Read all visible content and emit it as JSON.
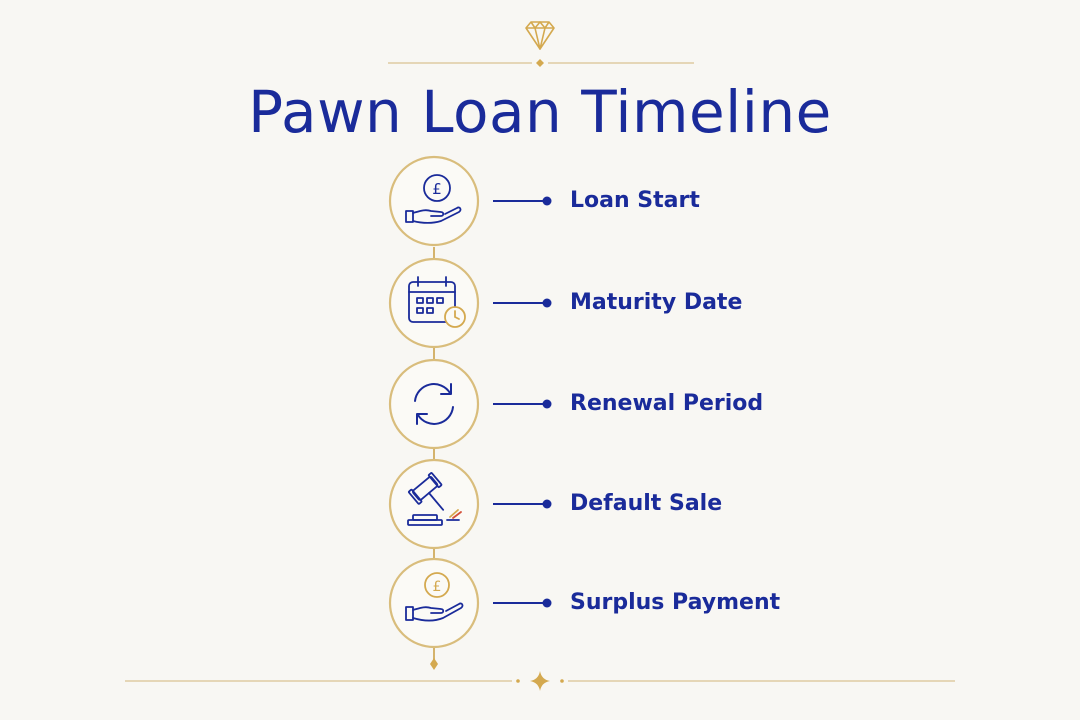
{
  "title": "Pawn Loan Timeline",
  "steps": [
    {
      "label": "Loan Start",
      "icon": "hand-pound-coin-icon"
    },
    {
      "label": "Maturity Date",
      "icon": "calendar-clock-icon"
    },
    {
      "label": "Renewal Period",
      "icon": "refresh-cycle-icon"
    },
    {
      "label": "Default Sale",
      "icon": "auction-gavel-icon"
    },
    {
      "label": "Surplus Payment",
      "icon": "hand-pound-coin-icon"
    }
  ],
  "colors": {
    "navy": "#1a2b9a",
    "gold": "#d4b36c",
    "background": "#f8f7f3"
  }
}
